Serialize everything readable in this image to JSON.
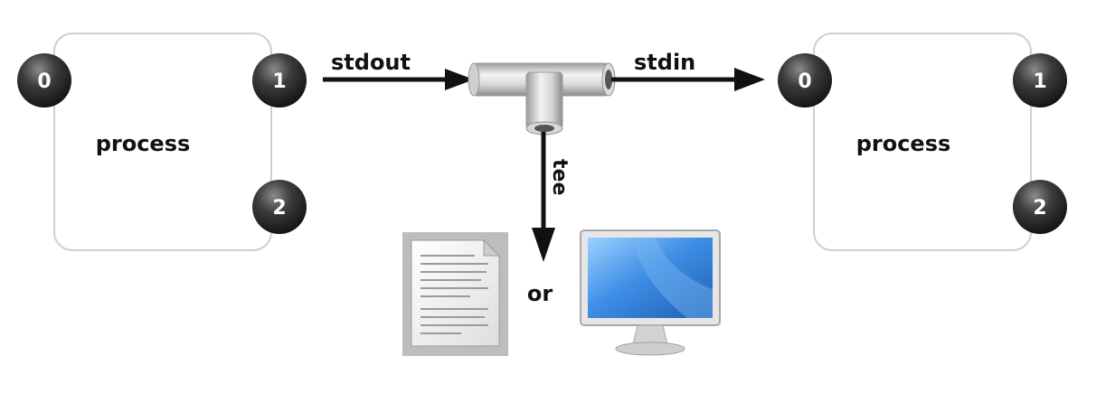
{
  "diagram": {
    "left_process": {
      "label": "process",
      "fd_stdin": "0",
      "fd_stdout": "1",
      "fd_stderr": "2"
    },
    "right_process": {
      "label": "process",
      "fd_stdin": "0",
      "fd_stdout": "1",
      "fd_stderr": "2"
    },
    "stdout_label": "stdout",
    "stdin_label": "stdin",
    "tee_label": "tee",
    "or_label": "or",
    "icons": {
      "file": "document-icon",
      "screen": "monitor-icon",
      "tee": "tee-pipe-icon"
    },
    "colors": {
      "arrow": "#111111",
      "fd_circle": "#3a3a3a",
      "box_border": "#cfcfcf",
      "monitor_screen": "#2f7fd6"
    }
  }
}
